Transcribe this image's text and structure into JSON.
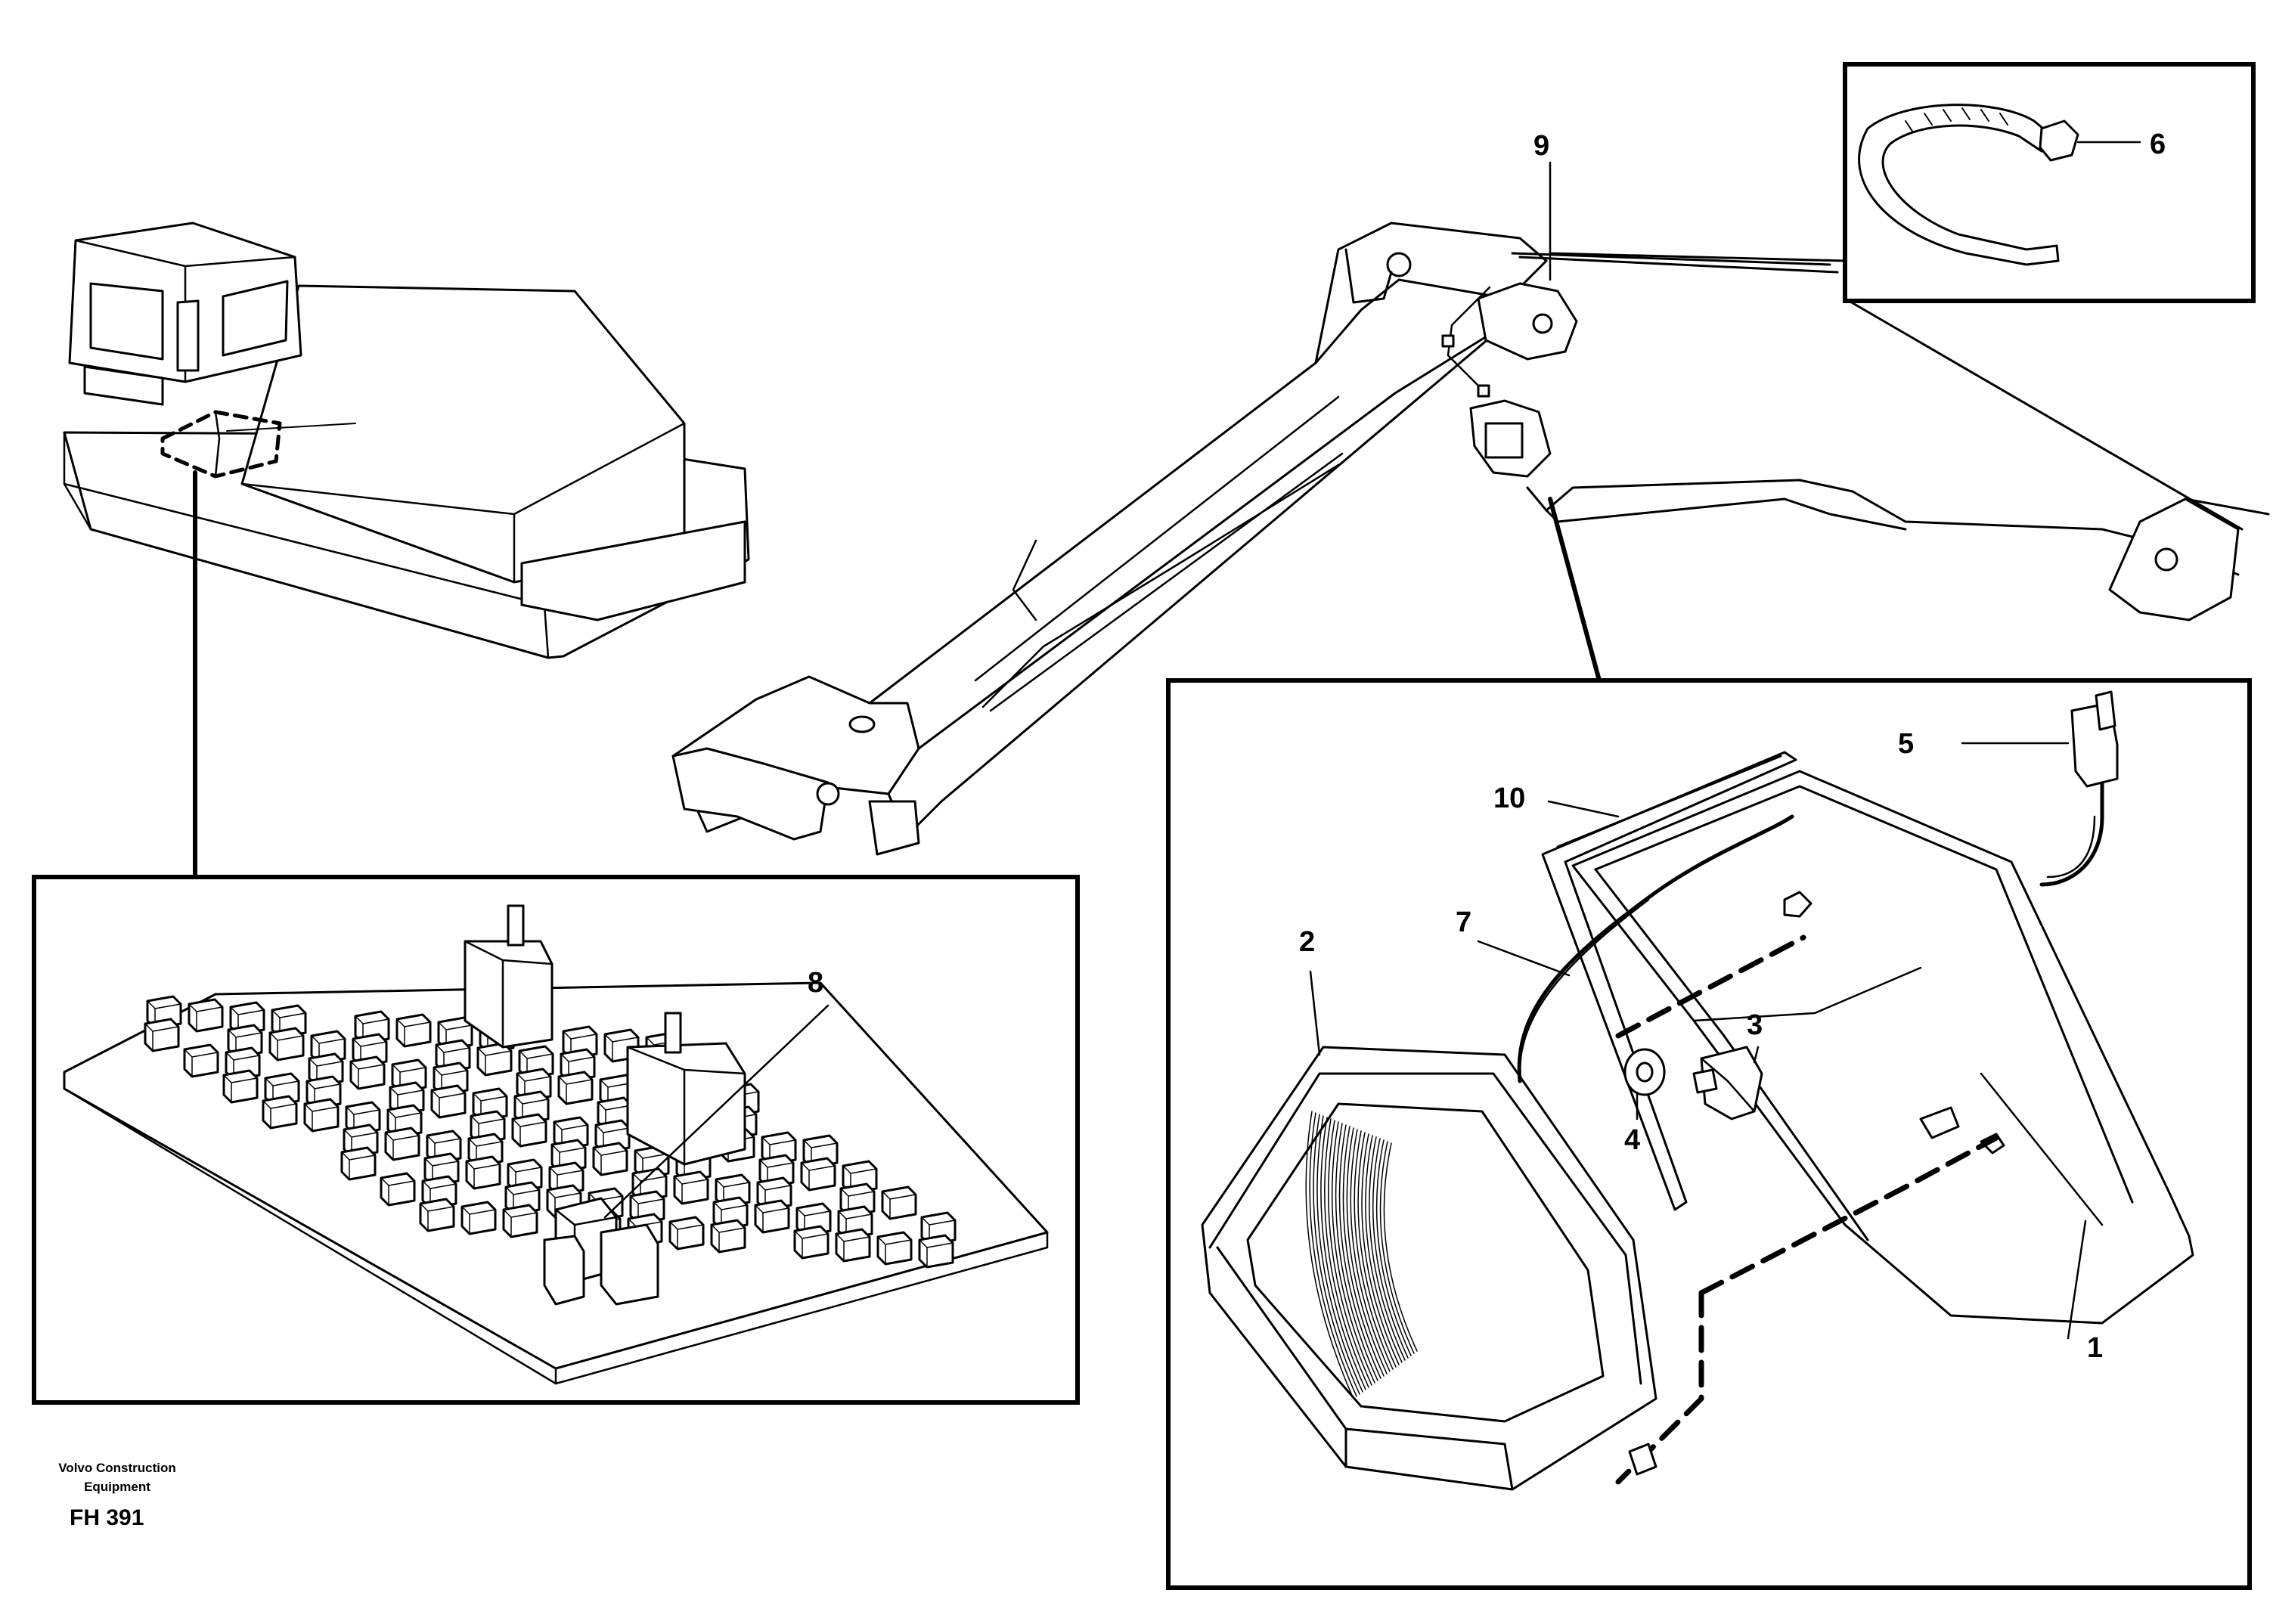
{
  "callouts": {
    "c1": "1",
    "c2": "2",
    "c3": "3",
    "c4": "4",
    "c5": "5",
    "c6": "6",
    "c7": "7",
    "c8": "8",
    "c9": "9",
    "c10": "10"
  },
  "footer": {
    "company_line1": "Volvo Construction",
    "company_line2": "Equipment",
    "drawing_code": "FH 391"
  }
}
